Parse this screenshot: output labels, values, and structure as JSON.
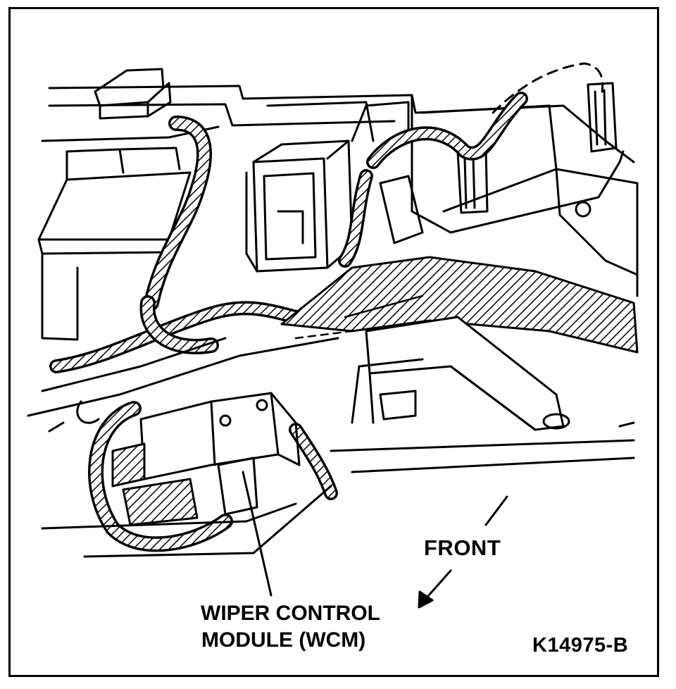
{
  "labels": {
    "front": "FRONT",
    "module_line1": "WIPER CONTROL",
    "module_line2": "MODULE (WCM)",
    "figure_id": "K14975-B"
  },
  "colors": {
    "ink": "#000000",
    "paper": "#ffffff"
  }
}
